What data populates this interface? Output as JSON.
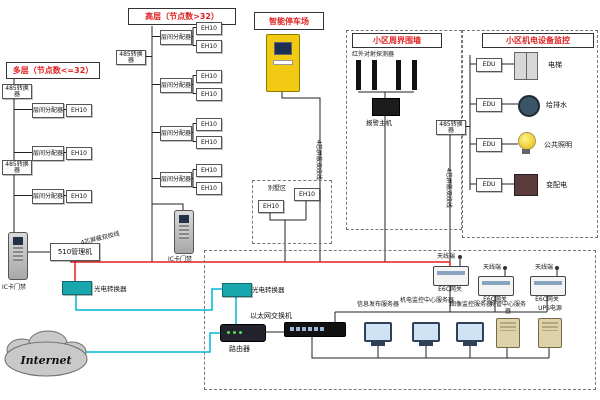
{
  "titles": {
    "multi": "多层（节点数<=32）",
    "high": "高层（节点数>32）",
    "parking": "智能停车场",
    "perimeter": "小区周界围墙",
    "mne": "小区机电设备监控",
    "villa": "别墅区"
  },
  "labels": {
    "rs485": "485转换器",
    "distributor": "层间分配器",
    "eh10": "EH10",
    "edu": "EDU",
    "ic_door": "IC卡门禁",
    "manager510": "510管理机",
    "optical": "光电转换器",
    "router": "路由器",
    "switch": "以太网交换机",
    "gateway": "E6C网关",
    "antenna": "天线端",
    "ir_detector": "红外对射探测器",
    "alarm_host": "报警主机",
    "internet": "Internet",
    "cable": "4芯屏蔽双绞线"
  },
  "mne_rows": [
    "电梯",
    "给排水",
    "公共照明",
    "变配电"
  ],
  "servers": [
    "信息发布服务器",
    "机电监控中心服务器",
    "图像监控服务器",
    "物管中心服务器",
    "UPS电源"
  ],
  "colors": {
    "bus": "#e01f1f",
    "fiber": "#00b5d8",
    "teal_device": "#18a7ad",
    "title_red": "#e01f1f"
  }
}
